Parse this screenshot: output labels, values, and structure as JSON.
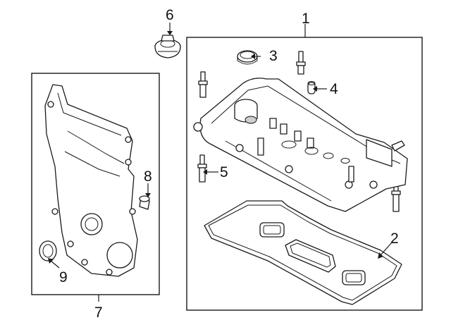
{
  "callouts": {
    "c1": "1",
    "c2": "2",
    "c3": "3",
    "c4": "4",
    "c5": "5",
    "c6": "6",
    "c7": "7",
    "c8": "8",
    "c9": "9"
  },
  "colors": {
    "line": "#1a1a1a",
    "fill": "#ffffff",
    "shade": "#cfcfcf"
  }
}
